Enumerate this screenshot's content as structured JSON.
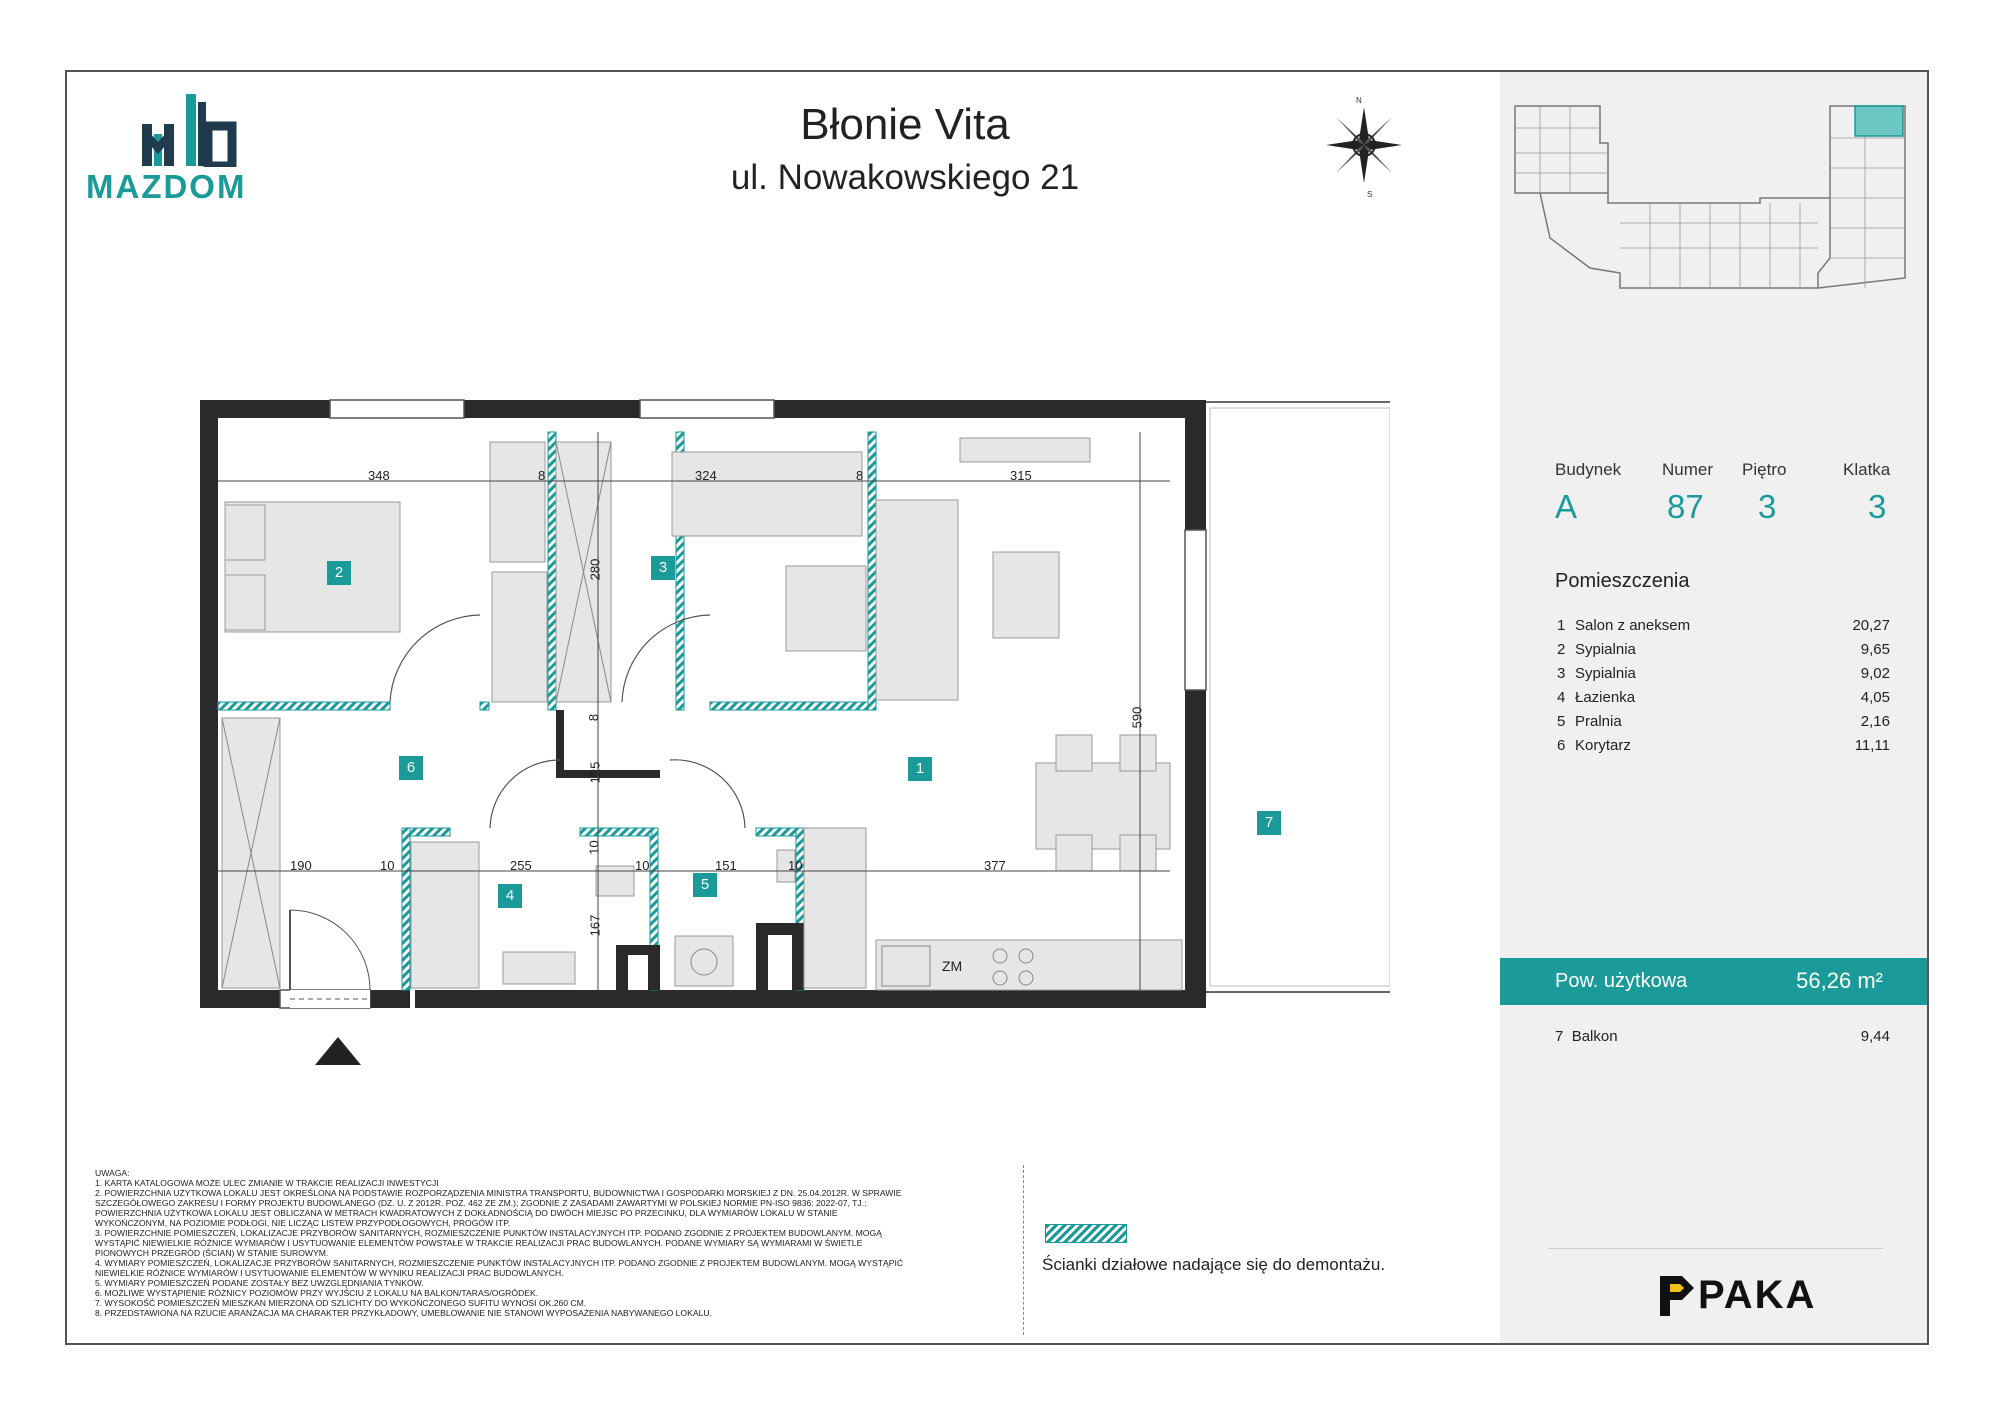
{
  "header": {
    "brand": "MAZDOM",
    "title": "Błonie Vita",
    "address": "ul. Nowakowskiego 21"
  },
  "compass": {
    "n": "N",
    "s": "S"
  },
  "info": {
    "labels": [
      "Budynek",
      "Numer",
      "Piętro",
      "Klatka"
    ],
    "values": [
      "A",
      "87",
      "3",
      "3"
    ]
  },
  "rooms_header": "Pomieszczenia",
  "rooms": [
    {
      "no": "1",
      "name": "Salon z aneksem",
      "area": "20,27"
    },
    {
      "no": "2",
      "name": "Sypialnia",
      "area": "9,65"
    },
    {
      "no": "3",
      "name": "Sypialnia",
      "area": "9,02"
    },
    {
      "no": "4",
      "name": "Łazienka",
      "area": "4,05"
    },
    {
      "no": "5",
      "name": "Pralnia",
      "area": "2,16"
    },
    {
      "no": "6",
      "name": "Korytarz",
      "area": "11,11"
    }
  ],
  "usable_area": {
    "label": "Pow. użytkowa",
    "value": "56,26 m²"
  },
  "balcony": {
    "no": "7",
    "name": "Balkon",
    "area": "9,44"
  },
  "plan": {
    "room_badges": [
      "1",
      "2",
      "3",
      "4",
      "5",
      "6",
      "7"
    ],
    "dims": [
      "348",
      "8",
      "324",
      "8",
      "315",
      "190",
      "10",
      "255",
      "10",
      "151",
      "10",
      "377",
      "280",
      "125",
      "8",
      "10",
      "167",
      "590"
    ],
    "zm": "ZM"
  },
  "legend": "Ścianki działowe nadające się do demontażu.",
  "notes": [
    "UWAGA:",
    "1. KARTA KATALOGOWA MOŻE ULEC ZMIANIE W TRAKCIE REALIZACJI INWESTYCJI",
    "2. POWIERZCHNIA UŻYTKOWA LOKALU JEST OKREŚLONA NA PODSTAWIE ROZPORZĄDZENIA MINISTRA TRANSPORTU, BUDOWNICTWA I GOSPODARKI MORSKIEJ Z DN. 25.04.2012R. W SPRAWIE",
    "    SZCZEGÓŁOWEGO ZAKRESU I FORMY PROJEKTU BUDOWLANEGO (DZ. U. Z 2012R. POZ. 462 ZE ZM.); ZGODNIE Z ZASADAMI ZAWARTYMI W POLSKIEJ NORMIE PN-ISO 9836: 2022-07, TJ.:",
    "    POWIERZCHNIA UŻYTKOWA LOKALU JEST OBLICZANA W METRACH KWADRATOWYCH Z DOKŁADNOŚCIĄ DO DWÓCH MIEJSC PO PRZECINKU, DLA WYMIARÓW LOKALU W STANIE",
    "    WYKOŃCZONYM, NA POZIOMIE PODŁOGI, NIE LICZĄC LISTEW PRZYPODŁOGOWYCH, PROGÓW ITP.",
    "3. POWIERZCHNIE POMIESZCZEŃ, LOKALIZACJE PRZYBORÓW SANITARNYCH, ROZMIESZCZENIE PUNKTÓW INSTALACYJNYCH ITP. PODANO ZGODNIE Z PROJEKTEM BUDOWLANYM. MOGĄ",
    "    WYSTĄPIĆ NIEWIELKIE RÓŻNICE WYMIARÓW I USYTUOWANIE ELEMENTÓW POWSTAŁE W TRAKCIE REALIZACJI PRAC BUDOWLANYCH. PODANE WYMIARY SĄ WYMIARAMI W ŚWIETLE",
    "    PIONOWYCH PRZEGRÓD (ŚCIAN) W STANIE SUROWYM.",
    "4. WYMIARY POMIESZCZEŃ, LOKALIZACJE PRZYBORÓW SANITARNYCH, ROZMIESZCZENIE PUNKTÓW INSTALACYJNYCH ITP. PODANO ZGODNIE Z PROJEKTEM BUDOWLANYM. MOGĄ WYSTĄPIĆ",
    "    NIEWIELKIE RÓŻNICE WYMIARÓW I USYTUOWANIE ELEMENTÓW W WYNIKU REALIZACJI PRAC BUDOWLANYCH.",
    "5. WYMIARY POMIESZCZEŃ PODANE ZOSTAŁY BEZ UWZGLĘDNIANIA TYNKÓW.",
    "6. MOŻLIWE WYSTĄPIENIE RÓŻNICY POZIOMÓW PRZY WYJŚCIU Z LOKALU NA BALKON/TARAS/OGRÓDEK.",
    "7. WYSOKOŚĆ POMIESZCZEŃ MIESZKAN MIERZONA OD SZLICHTY DO WYKOŃCZONEGO SUFITU WYNOSI OK.260 CM.",
    "8. PRZEDSTAWIONA NA RZUCIE ARANŻACJA MA CHARAKTER PRZYKŁADOWY, UMEBLOWANIE NIE STANOWI WYPOSAŻENIA NABYWANEGO LOKALU."
  ],
  "footer_brand": "PAKA",
  "colors": {
    "accent": "#1a9a98",
    "wall": "#2a2a2a"
  }
}
